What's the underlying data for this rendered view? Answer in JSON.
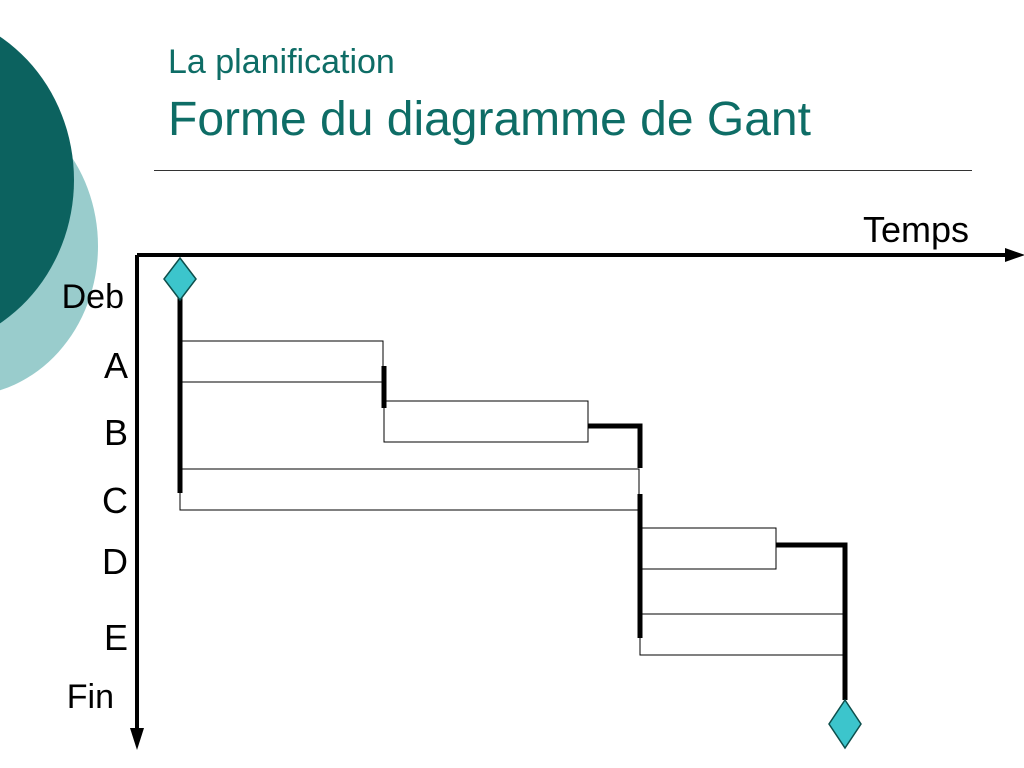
{
  "title": {
    "line1": "La planification",
    "line2": "Forme du diagramme de Gant"
  },
  "axes": {
    "time_label": "Temps"
  },
  "rows": {
    "start": "Deb",
    "end": "Fin",
    "tasks": [
      "A",
      "B",
      "C",
      "D",
      "E"
    ]
  },
  "colors": {
    "title": "#0e6d66",
    "circle_dark": "#0c625f",
    "circle_light": "#99cccc",
    "milestone_fill": "#3cc5cc",
    "milestone_stroke": "#0d4f4c",
    "line": "#000000"
  }
}
